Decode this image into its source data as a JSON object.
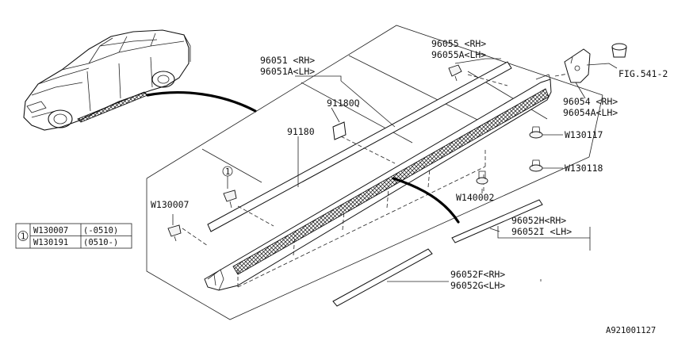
{
  "labels": {
    "p96051": "96051 <RH>",
    "p96051a": "96051A<LH>",
    "p96055": "96055 <RH>",
    "p96055a": "96055A<LH>",
    "p91180q": "91180Q",
    "p91180": "91180",
    "fig": "FIG.541-2",
    "p96054": "96054 <RH>",
    "p96054a": "96054A<LH>",
    "w130117": "W130117",
    "w130118": "W130118",
    "w140002": "W140002",
    "w130007": "W130007",
    "p96052h": "96052H<RH>",
    "p96052i": "96052I <LH>",
    "p96052f": "96052F<RH>",
    "p96052g": "96052G<LH>",
    "callout1": "1",
    "code": "A921001127"
  },
  "legend": {
    "marker": "1",
    "rows": [
      {
        "part": "W130007",
        "range": "(-0510)"
      },
      {
        "part": "W130191",
        "range": "(0510-)"
      }
    ]
  }
}
